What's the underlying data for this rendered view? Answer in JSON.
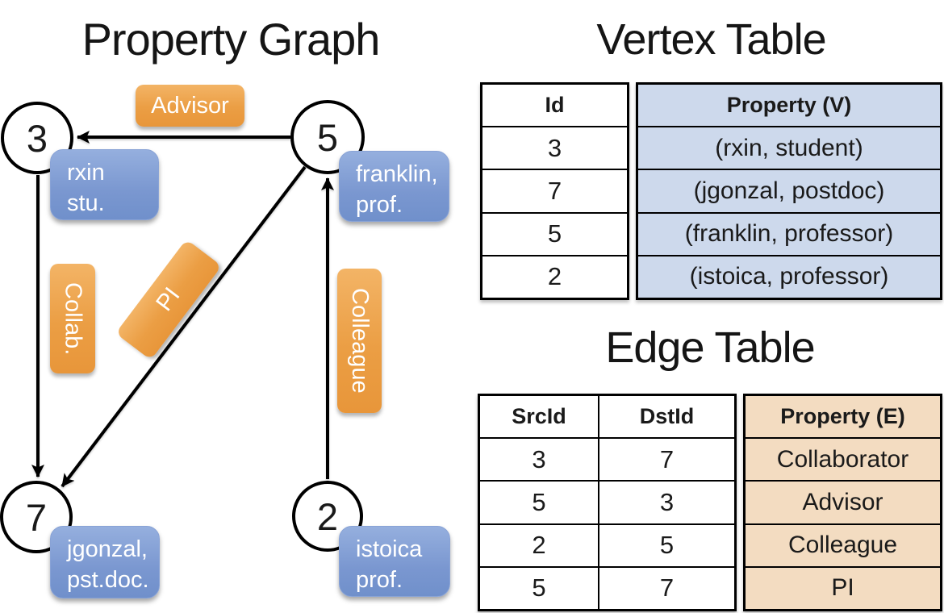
{
  "graph": {
    "title": "Property Graph",
    "nodes": [
      {
        "id": "3",
        "prop1": "rxin",
        "prop2": "stu."
      },
      {
        "id": "5",
        "prop1": "franklin,",
        "prop2": "prof."
      },
      {
        "id": "7",
        "prop1": "jgonzal,",
        "prop2": "pst.doc."
      },
      {
        "id": "2",
        "prop1": "istoica",
        "prop2": "prof."
      }
    ],
    "edges": [
      {
        "label": "Advisor",
        "src": "5",
        "dst": "3"
      },
      {
        "label": "Collab.",
        "src": "3",
        "dst": "7"
      },
      {
        "label": "PI",
        "src": "5",
        "dst": "7"
      },
      {
        "label": "Colleague",
        "src": "2",
        "dst": "5"
      }
    ]
  },
  "vertex_table": {
    "title": "Vertex Table",
    "columns": [
      "Id",
      "Property (V)"
    ],
    "rows": [
      [
        "3",
        "(rxin, student)"
      ],
      [
        "7",
        "(jgonzal, postdoc)"
      ],
      [
        "5",
        "(franklin, professor)"
      ],
      [
        "2",
        "(istoica, professor)"
      ]
    ]
  },
  "edge_table": {
    "title": "Edge Table",
    "columns": [
      "SrcId",
      "DstId",
      "Property (E)"
    ],
    "rows": [
      [
        "3",
        "7",
        "Collaborator"
      ],
      [
        "5",
        "3",
        "Advisor"
      ],
      [
        "2",
        "5",
        "Colleague"
      ],
      [
        "5",
        "7",
        "PI"
      ]
    ]
  },
  "colors": {
    "edge_label_orange": "#eb9e44",
    "vertex_property_blue": "#7a97d0",
    "vertex_table_fill": "#cdd9ec",
    "edge_table_fill": "#f3dcc1",
    "line_black": "#000000"
  }
}
